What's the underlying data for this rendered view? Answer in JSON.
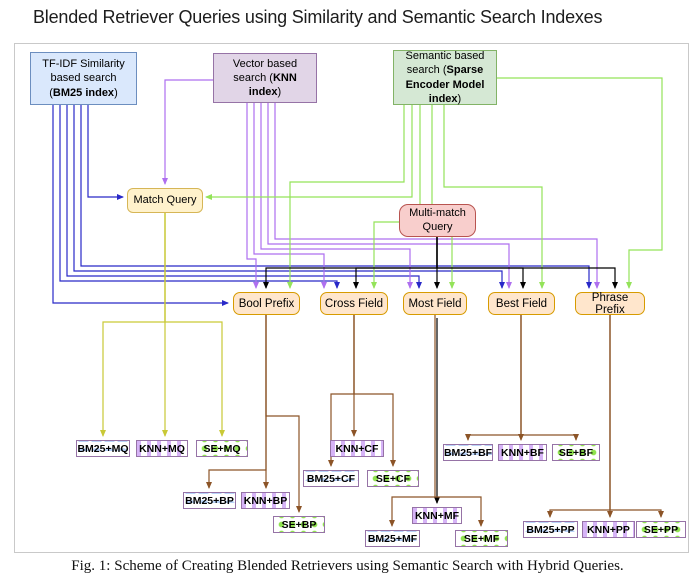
{
  "title": "Blended Retriever Queries using Similarity and Semantic Search Indexes",
  "caption": "Fig. 1: Scheme of Creating Blended Retrievers using Semantic Search with Hybrid Queries.",
  "sources": {
    "bm25": {
      "pre": "TF-IDF Similarity based search (",
      "bold": "BM25 index",
      "post": ")"
    },
    "knn": {
      "pre": "Vector based search (",
      "bold": "KNN index",
      "post": ")"
    },
    "se": {
      "pre": "Semantic based search (",
      "bold": "Sparse Encoder Model index",
      "post": ")"
    }
  },
  "queries": {
    "match": "Match Query",
    "multimatch": "Multi-match Query"
  },
  "subqueries": [
    "Bool Prefix",
    "Cross Field",
    "Most Field",
    "Best Field",
    "Phrase Prefix"
  ],
  "results": {
    "bm25_mq": "BM25+MQ",
    "knn_mq": "KNN+MQ",
    "se_mq": "SE+MQ",
    "knn_cf": "KNN+CF",
    "bm25_cf": "BM25+CF",
    "se_cf": "SE+CF",
    "bm25_bf": "BM25+BF",
    "knn_bf": "KNN+BF",
    "se_bf": "SE+BF",
    "bm25_bp": "BM25+BP",
    "knn_bp": "KNN+BP",
    "se_bp": "SE+BP",
    "knn_mf": "KNN+MF",
    "bm25_mf": "BM25+MF",
    "se_mf": "SE+MF",
    "bm25_pp": "BM25+PP",
    "knn_pp": "KNN+PP",
    "se_pp": "SE+PP"
  },
  "colors": {
    "bm25_line": "#2929C8",
    "knn_line": "#AE6FEF",
    "se_line": "#94E359",
    "multimatch_line": "#000000",
    "match_line": "#C9C936",
    "subquery_line": "#8C5427",
    "bm25_box_fill": "#DAE8FC",
    "bm25_box_border": "#6C8EBF",
    "knn_box_fill": "#E1D5E7",
    "knn_box_border": "#9673A6",
    "se_box_fill": "#D5E8D4",
    "se_box_border": "#82B366",
    "match_fill": "#FFF2CC",
    "match_border": "#D6B656",
    "multimatch_fill": "#F8CECC",
    "multimatch_border": "#B85450",
    "subquery_fill": "#FFE6CC",
    "subquery_border": "#D79B00"
  }
}
